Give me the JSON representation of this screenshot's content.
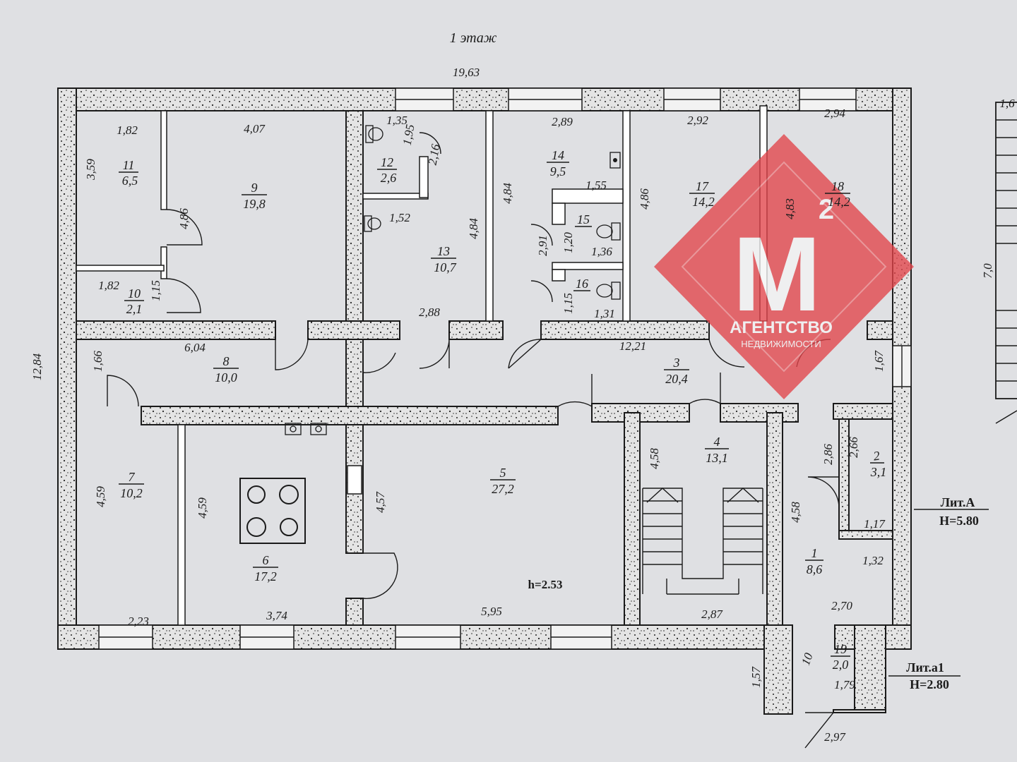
{
  "floor_title": "1 этаж",
  "building_length": "19,63",
  "building_width": "12,84",
  "rooms": [
    {
      "id": "1",
      "area": "8,6"
    },
    {
      "id": "2",
      "area": "3,1"
    },
    {
      "id": "3",
      "area": "20,4"
    },
    {
      "id": "4",
      "area": "13,1"
    },
    {
      "id": "5",
      "area": "27,2"
    },
    {
      "id": "6",
      "area": "17,2"
    },
    {
      "id": "7",
      "area": "10,2"
    },
    {
      "id": "8",
      "area": "10,0"
    },
    {
      "id": "9",
      "area": "19,8"
    },
    {
      "id": "10",
      "area": "2,1"
    },
    {
      "id": "11",
      "area": "6,5"
    },
    {
      "id": "12",
      "area": "2,6"
    },
    {
      "id": "13",
      "area": "10,7"
    },
    {
      "id": "14",
      "area": "9,5"
    },
    {
      "id": "15",
      "area": ""
    },
    {
      "id": "16",
      "area": ""
    },
    {
      "id": "17",
      "area": "14,2"
    },
    {
      "id": "18",
      "area": "14,2"
    },
    {
      "id": "19",
      "area": "2,0"
    }
  ],
  "dimensions": [
    "1,82",
    "4,07",
    "3,59",
    "4,86",
    "1,82",
    "1,15",
    "1,35",
    "1,95",
    "2,16",
    "1,52",
    "4,84",
    "2,88",
    "2,89",
    "4,84",
    "1,55",
    "2,91",
    "1,20",
    "1,36",
    "1,15",
    "1,31",
    "2,92",
    "4,86",
    "2,94",
    "4,83",
    "6,04",
    "1,66",
    "12,21",
    "1,67",
    "4,59",
    "2,23",
    "4,59",
    "3,74",
    "4,57",
    "5,95",
    "4,58",
    "2,87",
    "2,86",
    "2,66",
    "1,17",
    "4,58",
    "1,32",
    "2,70",
    "1,57",
    "10",
    "1,79",
    "2,97",
    "7,0",
    "1,6"
  ],
  "ceiling_height": "h=2.53",
  "lit_a": {
    "name": "Лит.А",
    "height": "H=5.80"
  },
  "lit_a1": {
    "name": "Лит.а1",
    "height": "H=2.80"
  },
  "watermark": {
    "text": "АГЕНТСТВО НЕДВИЖИМОСТИ",
    "logo": "M²",
    "color": "#e2444a"
  }
}
